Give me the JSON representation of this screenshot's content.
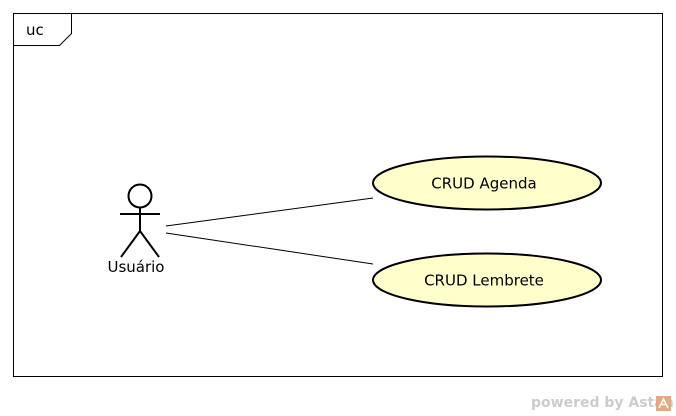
{
  "diagram": {
    "frame_label": "uc",
    "actor": {
      "name": "Usuário"
    },
    "use_cases": [
      {
        "label": "CRUD Agenda"
      },
      {
        "label": "CRUD Lembrete"
      }
    ]
  },
  "watermark": {
    "text": "powered by Astah"
  },
  "colors": {
    "use_case_fill": "#ffffcc",
    "stroke": "#000000",
    "watermark_text": "#cccccc",
    "watermark_logo": "#e8a77f"
  }
}
